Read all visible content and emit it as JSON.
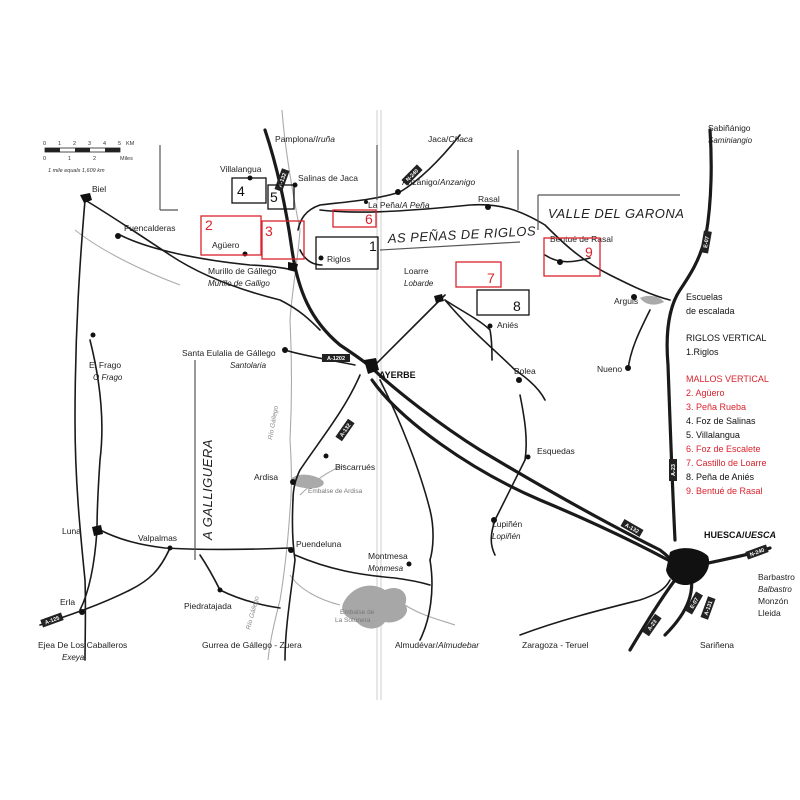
{
  "map": {
    "scale": {
      "km_label": "KM",
      "miles_label": "Miles",
      "km_ticks": [
        "0",
        "1",
        "2",
        "3",
        "4",
        "5"
      ],
      "mile_ticks": [
        "0",
        "1",
        "2"
      ],
      "note": "1 mile equals 1,609 km"
    },
    "towns": [
      {
        "key": "pamplona",
        "name": "Pamplona/",
        "alt": "Iruña"
      },
      {
        "key": "villalangua",
        "name": "Villalangua"
      },
      {
        "key": "salinas",
        "name": "Salinas de Jaca"
      },
      {
        "key": "jaca",
        "name": "Jaca/",
        "alt": "Chaca"
      },
      {
        "key": "anzanigo",
        "name": "Anzánigo/",
        "alt": "Anzanigo"
      },
      {
        "key": "rasal",
        "name": "Rasal"
      },
      {
        "key": "lapena",
        "name": "La Peña/",
        "alt": "A Peña"
      },
      {
        "key": "biel",
        "name": "Biel"
      },
      {
        "key": "fuencalderas",
        "name": "Fuencalderas"
      },
      {
        "key": "aguero",
        "name": "Agüero"
      },
      {
        "key": "murillo",
        "name": "Murillo de Gállego",
        "alt": "Murillo de Galligo"
      },
      {
        "key": "riglos",
        "name": "Riglos"
      },
      {
        "key": "loarre",
        "name": "Loarre",
        "alt": "Lobarde"
      },
      {
        "key": "anies",
        "name": "Aniés"
      },
      {
        "key": "bentue",
        "name": "Bentué de Rasal"
      },
      {
        "key": "sabinanigo",
        "name": "Sabiñánigo",
        "alt": "Saminiangio"
      },
      {
        "key": "arguis",
        "name": "Arguis"
      },
      {
        "key": "elfrago",
        "name": "El Frago",
        "alt": "O Frago"
      },
      {
        "key": "santaeulalia",
        "name": "Santa Eulalia de Gállego",
        "alt": "Santolaria"
      },
      {
        "key": "ayerbe",
        "name": "AYERBE"
      },
      {
        "key": "bolea",
        "name": "Bolea"
      },
      {
        "key": "nueno",
        "name": "Nueno"
      },
      {
        "key": "biscarrues",
        "name": "Biscarrués"
      },
      {
        "key": "ardisa",
        "name": "Ardisa"
      },
      {
        "key": "esquedas",
        "name": "Esquedas"
      },
      {
        "key": "luna",
        "name": "Luna"
      },
      {
        "key": "valpalmas",
        "name": "Valpalmas"
      },
      {
        "key": "puendeluna",
        "name": "Puendeluna"
      },
      {
        "key": "lupinen",
        "name": "Lupiñén",
        "alt": "Lopiñén"
      },
      {
        "key": "montmesa",
        "name": "Montmesa",
        "alt": "Monmesa"
      },
      {
        "key": "huesca",
        "name": "HUESCA/",
        "alt": "UESCA"
      },
      {
        "key": "erla",
        "name": "Erla"
      },
      {
        "key": "piedratajada",
        "name": "Piedratajada"
      },
      {
        "key": "barbastro",
        "name": "Barbastro",
        "alt": "Balbastro"
      },
      {
        "key": "monzon",
        "name": "Monzón"
      },
      {
        "key": "lleida",
        "name": "Lleida"
      },
      {
        "key": "sarinena",
        "name": "Sariñena"
      },
      {
        "key": "ejea",
        "name": "Ejea De Los Caballeros",
        "alt": "Exeya"
      },
      {
        "key": "gurrea",
        "name": "Gurrea de Gállego - Zuera"
      },
      {
        "key": "almudevar",
        "name": "Almudévar/",
        "alt": "Almudebar"
      },
      {
        "key": "zaragoza",
        "name": "Zaragoza - Teruel"
      }
    ],
    "areas": {
      "valle": "VALLE DEL GARONA",
      "penas": "AS PEÑAS DE RIGLOS",
      "galliguera": "A GALLIGUERA"
    },
    "roads": {
      "a132_north": "A-132",
      "n240_north": "N-240",
      "a1202": "A-1202",
      "a132": "A-132",
      "e07": "E-07",
      "a23": "A-23",
      "a132_east": "A-132",
      "n240_east": "N-240",
      "e07_south": "E-07",
      "a131": "A-131",
      "a23_south": "A-23",
      "a125": "A-125"
    },
    "rivers": {
      "gallego_north": "Río Gállego",
      "gallego_south": "Río Gállego"
    },
    "water": {
      "ardisa": "Embalse de Ardisa",
      "sotonera_1": "Embalse de",
      "sotonera_2": "La Sotonera"
    },
    "boxes": [
      "1",
      "2",
      "3",
      "4",
      "5",
      "6",
      "7",
      "8",
      "9"
    ],
    "legend": {
      "line1": "Escuelas",
      "line2": "de escalada",
      "riglos_head": "RIGLOS VERTICAL",
      "riglos_item": "1.Riglos",
      "mallos_head": "MALLOS VERTICAL",
      "items": [
        {
          "text": "2. Agüero",
          "color": "#d9232d"
        },
        {
          "text": "3. Peña Rueba",
          "color": "#d9232d"
        },
        {
          "text": "4. Foz de Salinas",
          "color": "#111111"
        },
        {
          "text": "5. Villalangua",
          "color": "#111111"
        },
        {
          "text": "6. Foz de Escalete",
          "color": "#d9232d"
        },
        {
          "text": "7. Castillo de Loarre",
          "color": "#d9232d"
        },
        {
          "text": "8. Peña de Aniés",
          "color": "#111111"
        },
        {
          "text": "9. Bentué de Rasal",
          "color": "#d9232d"
        }
      ]
    },
    "colors": {
      "red": "#d9232d",
      "black": "#111111",
      "water": "#aaaaaa"
    }
  }
}
